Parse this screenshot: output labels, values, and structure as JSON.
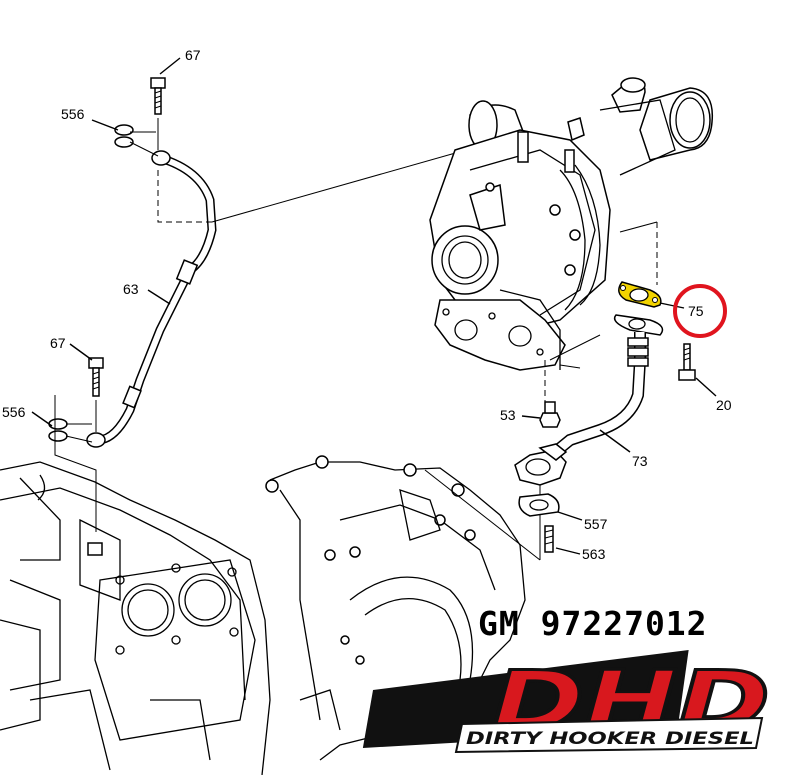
{
  "callouts": {
    "c67_top": "67",
    "c556_top": "556",
    "c63": "63",
    "c67_bottom": "67",
    "c556_bottom": "556",
    "c75": "75",
    "c20": "20",
    "c53": "53",
    "c73": "73",
    "c557": "557",
    "c563": "563"
  },
  "part_number": "GM 97227012",
  "logo": {
    "text": "DHD",
    "subtext": "DIRTY HOOKER DIESEL"
  },
  "colors": {
    "highlight_circle": "#e0141e",
    "gasket_highlight": "#f2d300",
    "logo_red": "#d8181e",
    "logo_black": "#111111"
  }
}
